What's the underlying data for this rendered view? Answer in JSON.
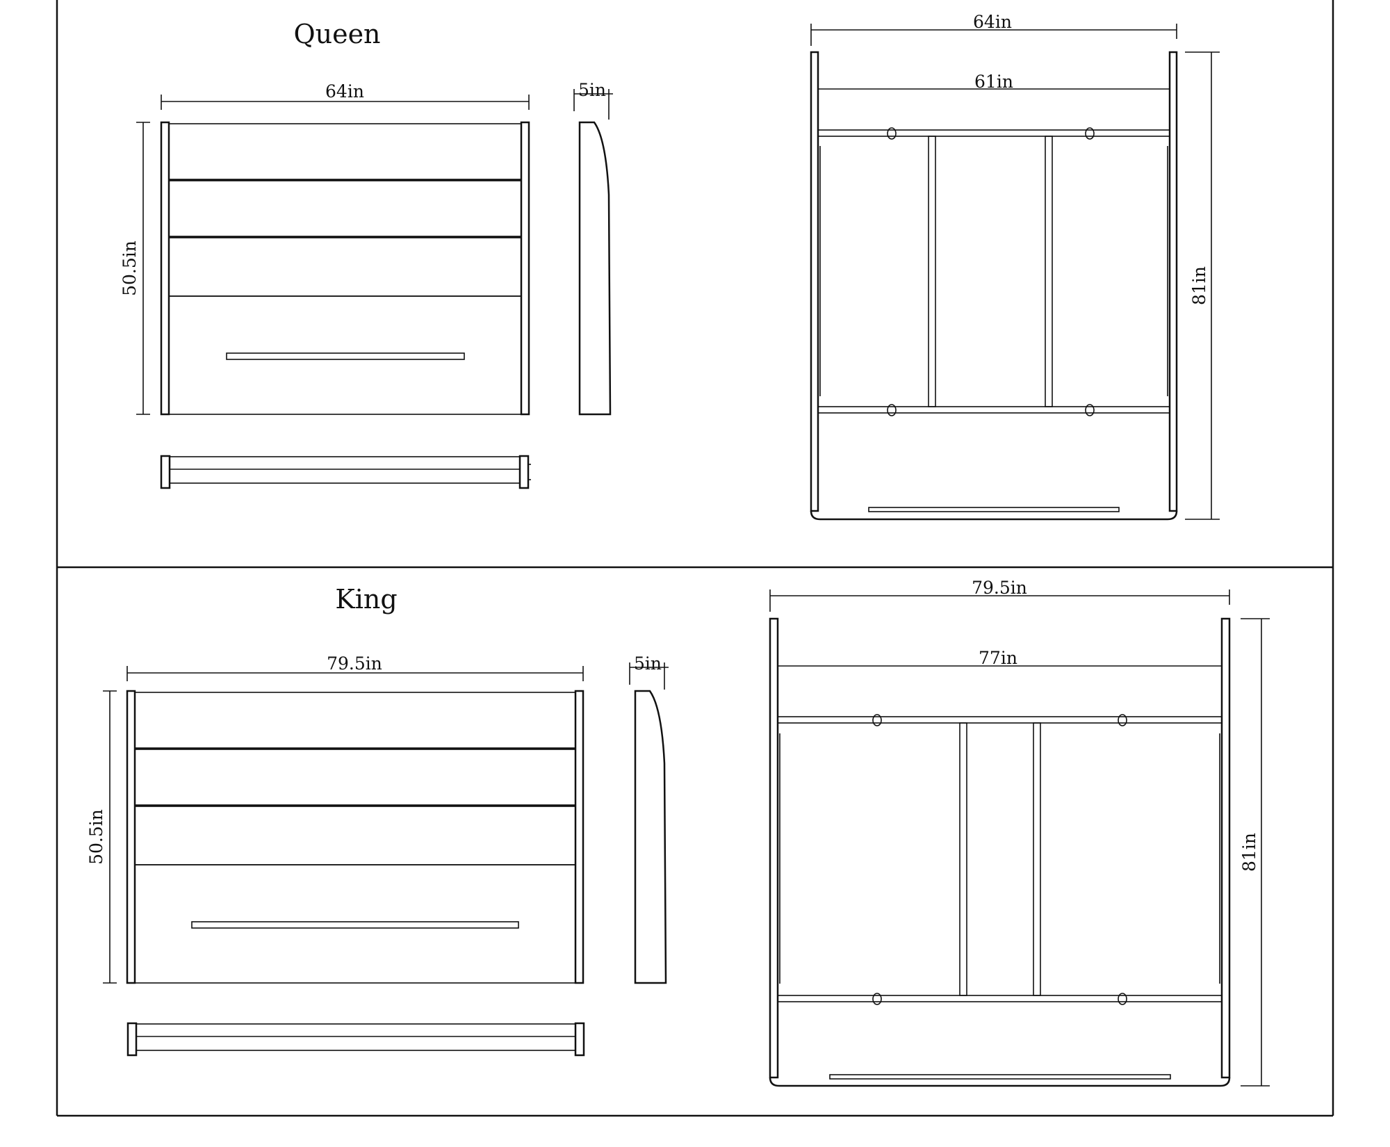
{
  "colors": {
    "ink": "#111111",
    "paper": "#ffffff",
    "speckle_fill": "#c9c9c9"
  },
  "queen": {
    "title": "Queen",
    "headboard_width": "64in",
    "headboard_height": "50.5in",
    "side_depth": "5in",
    "frame_outer_width": "64in",
    "frame_inner_width": "61in",
    "frame_length": "81in"
  },
  "king": {
    "title": "King",
    "headboard_width": "79.5in",
    "headboard_height": "50.5in",
    "side_depth": "5in",
    "frame_outer_width": "79.5in",
    "frame_inner_width": "77in",
    "frame_length": "81in"
  }
}
